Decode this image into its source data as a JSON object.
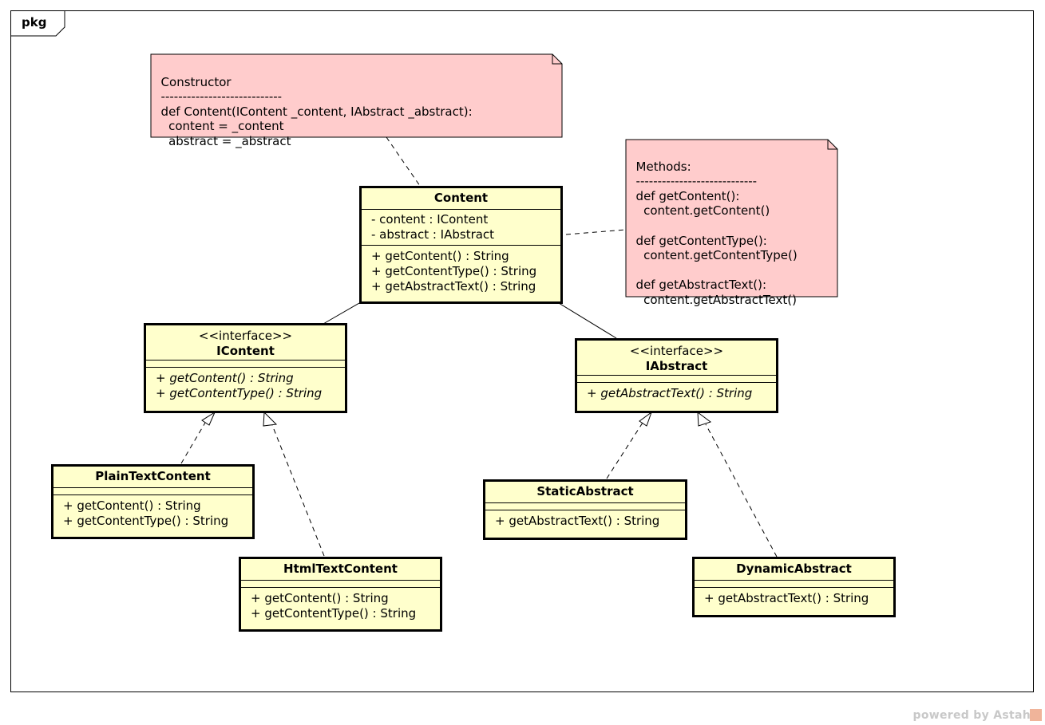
{
  "frame": {
    "label": "pkg"
  },
  "notes": {
    "constructor": {
      "lines": [
        "Constructor",
        "----------------------------",
        "def Content(IContent _content, IAbstract _abstract):",
        "  content = _content",
        "  abstract = _abstract"
      ],
      "fill": "#ffcccc"
    },
    "methods": {
      "lines": [
        "Methods:",
        "----------------------------",
        "def getContent():",
        "  content.getContent()",
        "",
        "def getContentType():",
        "  content.getContentType()",
        "",
        "def getAbstractText():",
        "  content.getAbstractText()"
      ],
      "fill": "#ffcccc"
    }
  },
  "classes": {
    "content": {
      "name": "Content",
      "attributes": [
        "- content : IContent",
        "- abstract : IAbstract"
      ],
      "operations": [
        "+ getContent() : String",
        "+ getContentType() : String",
        "+ getAbstractText() : String"
      ]
    },
    "icontent": {
      "stereotype": "<<interface>>",
      "name": "IContent",
      "operations": [
        "+ getContent() : String",
        "+ getContentType() : String"
      ]
    },
    "iabstract": {
      "stereotype": "<<interface>>",
      "name": "IAbstract",
      "operations": [
        "+ getAbstractText() : String"
      ]
    },
    "plaintext": {
      "name": "PlainTextContent",
      "operations": [
        "+ getContent() : String",
        "+ getContentType() : String"
      ]
    },
    "htmltext": {
      "name": "HtmlTextContent",
      "operations": [
        "+ getContent() : String",
        "+ getContentType() : String"
      ]
    },
    "staticabstract": {
      "name": "StaticAbstract",
      "operations": [
        "+ getAbstractText() : String"
      ]
    },
    "dynamicabstract": {
      "name": "DynamicAbstract",
      "operations": [
        "+ getAbstractText() : String"
      ]
    }
  },
  "colors": {
    "class_fill": "#ffffcc",
    "note_fill": "#ffcccc",
    "line": "#000000",
    "watermark": "#c8c8c8"
  },
  "footer": {
    "watermark": "powered by Astah"
  }
}
